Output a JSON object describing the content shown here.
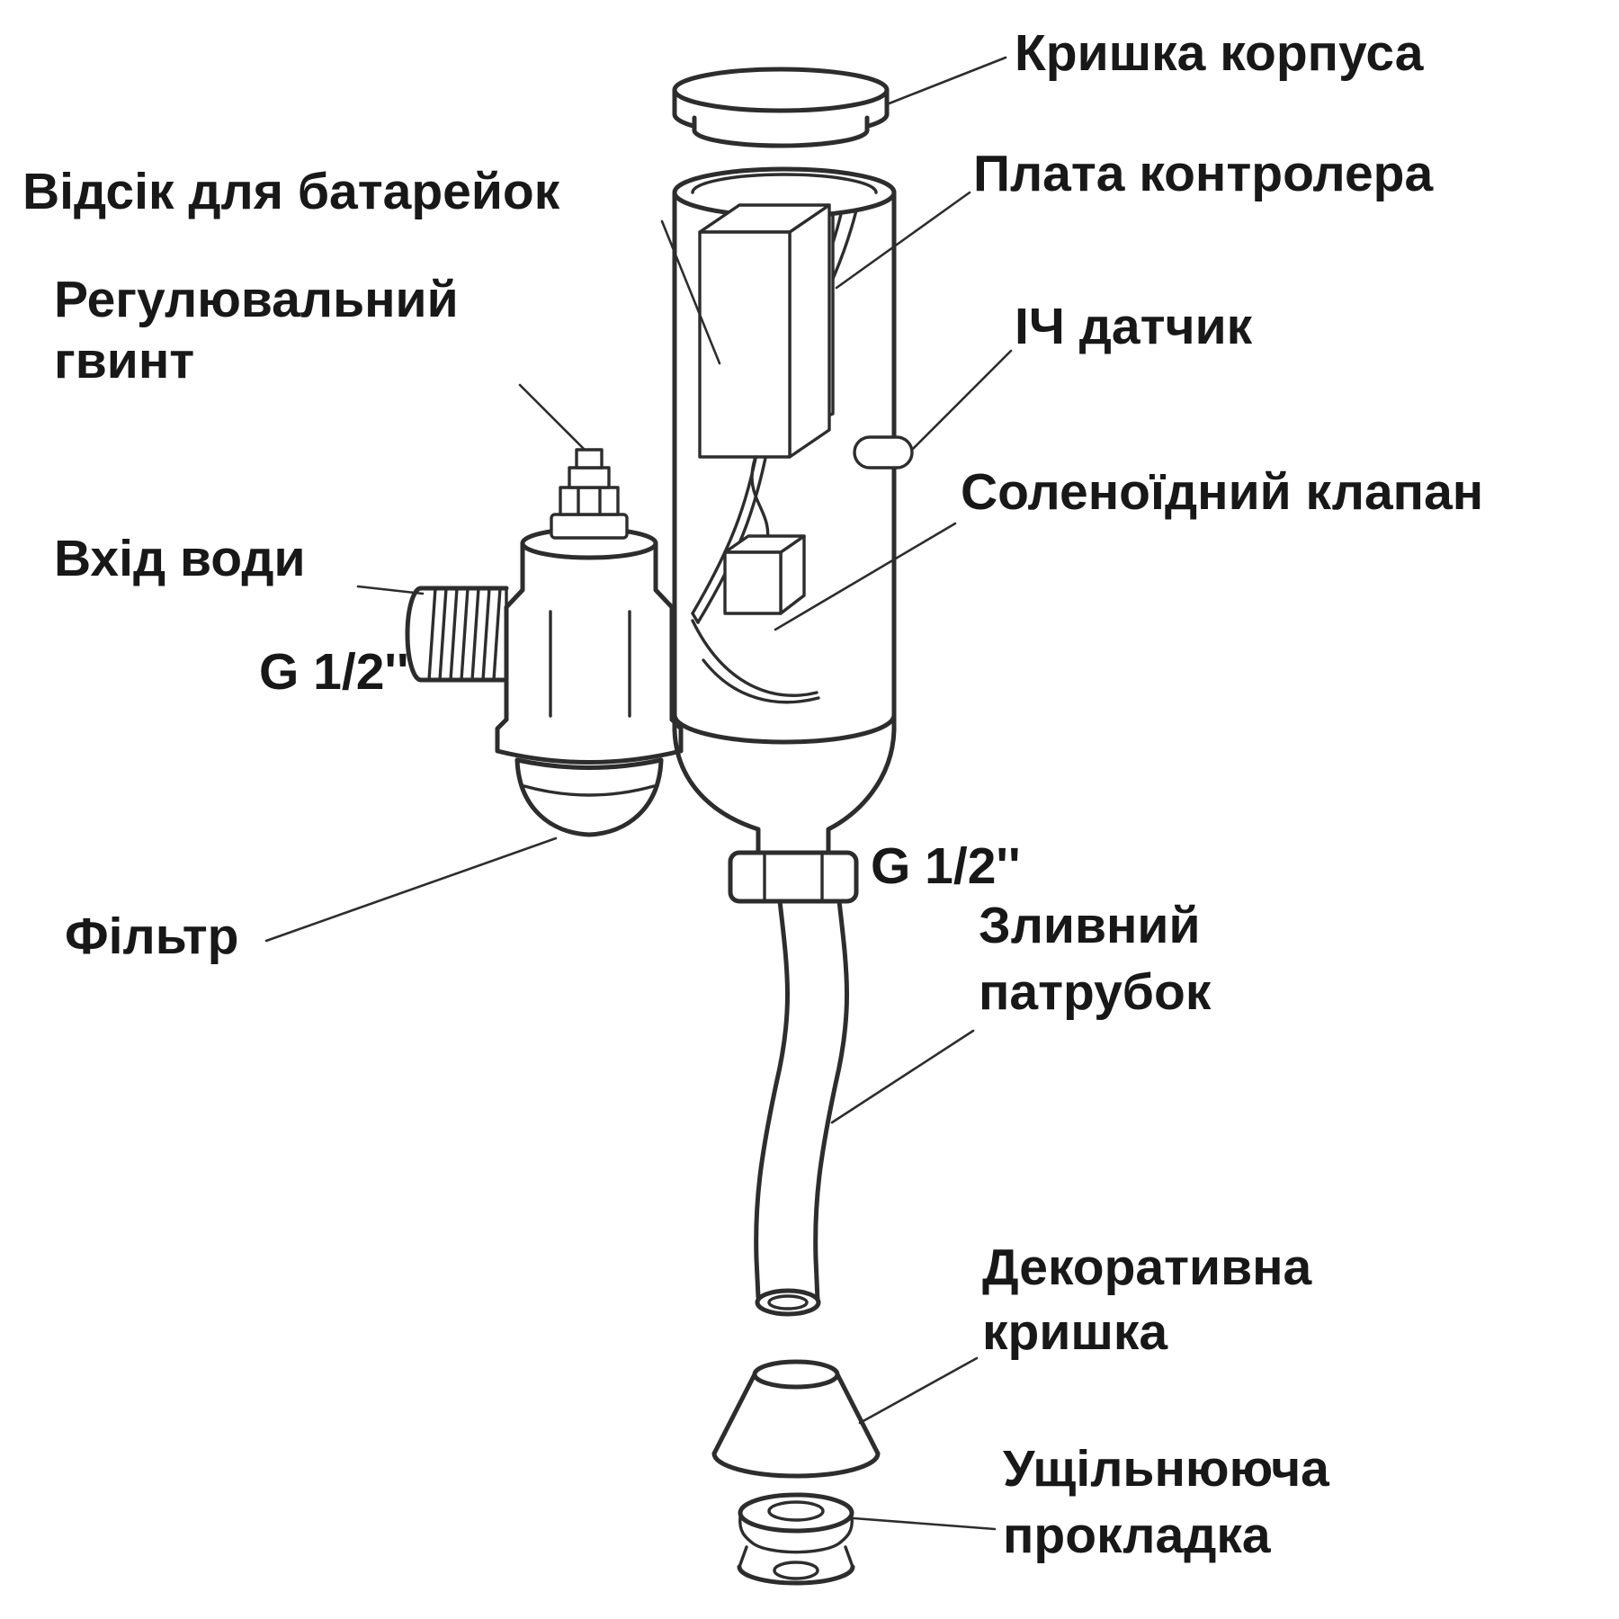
{
  "diagram": {
    "type": "exploded technical diagram of automatic sensor flush valve",
    "colors": {
      "background": "#ffffff",
      "line": "#2d2d2d",
      "text": "#181818"
    },
    "labels": {
      "housing_cover": "Кришка корпуса",
      "controller_board": "Плата контролера",
      "battery_compartment": "Відсік для батарейок",
      "ir_sensor": "ІЧ датчик",
      "adjustment_screw": {
        "line1": "Регулювальний",
        "line2": "гвинт"
      },
      "solenoid_valve": "Соленоїдний клапан",
      "water_inlet": "Вхід води",
      "inlet_thread_size": "G 1/2''",
      "outlet_thread_size": "G 1/2''",
      "filter": "Фільтр",
      "drain_pipe": {
        "line1": "Зливний",
        "line2": "патрубок"
      },
      "decorative_cover": {
        "line1": "Декоративна",
        "line2": "кришка"
      },
      "sealing_gasket": {
        "line1": "Ущільнююча",
        "line2": "прокладка"
      }
    }
  }
}
